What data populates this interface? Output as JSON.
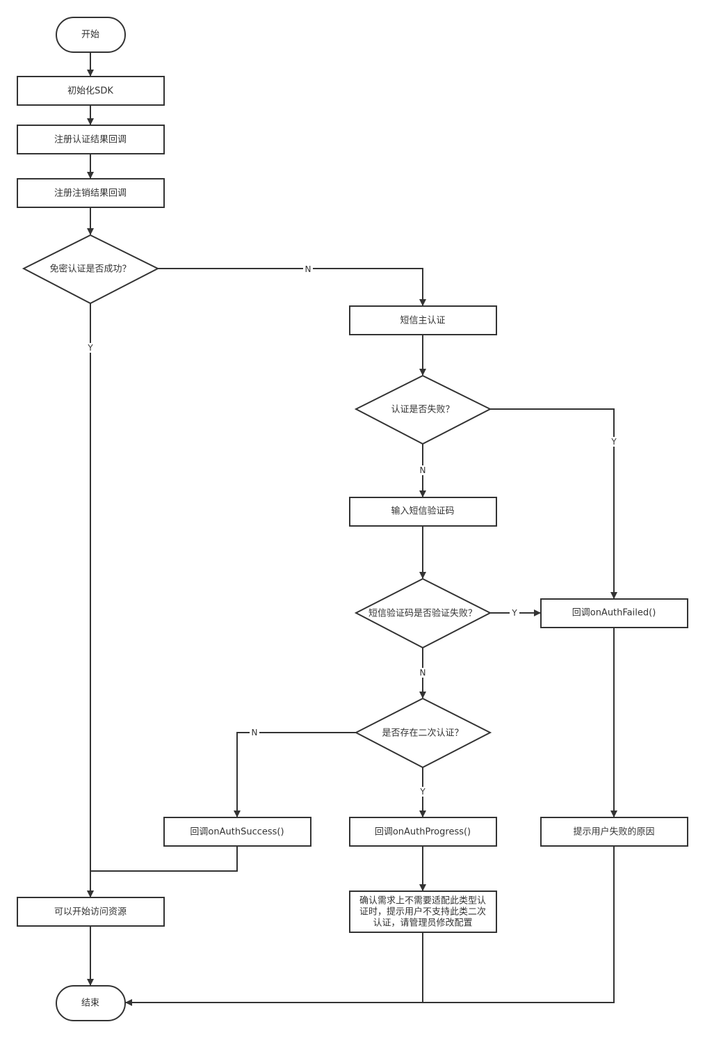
{
  "nodes": {
    "start": "开始",
    "init_sdk": "初始化SDK",
    "reg_auth_cb": "注册认证结果回调",
    "reg_logout_cb": "注册注销结果回调",
    "pwdless_ok": "免密认证是否成功？",
    "sms_main": "短信主认证",
    "auth_failed_q": "认证是否失败？",
    "input_sms": "输入短信验证码",
    "sms_failed_q": "短信验证码是否验证失败？",
    "cb_failed": "回调onAuthFailed()",
    "second_auth_q": "是否存在二次认证？",
    "cb_success": "回调onAuthSuccess()",
    "cb_progress": "回调onAuthProgress()",
    "show_reason": "提示用户失败的原因",
    "access": "可以开始访问资源",
    "confirm_line1": "确认需求上不需要适配此类型认",
    "confirm_line2": "证时，提示用户不支持此类二次",
    "confirm_line3": "认证，请管理员修改配置",
    "end": "结束"
  },
  "edges": {
    "pwdless_no": "N",
    "pwdless_yes": "Y",
    "auth_failed_yes": "Y",
    "auth_failed_no": "N",
    "sms_failed_yes": "Y",
    "sms_failed_no": "N",
    "second_no": "N",
    "second_yes": "Y"
  }
}
